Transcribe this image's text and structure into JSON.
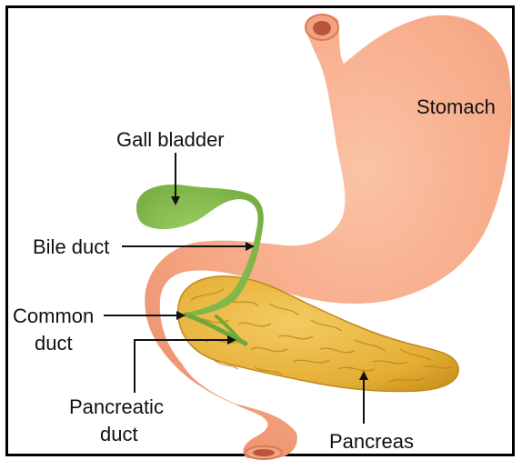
{
  "labels": {
    "stomach": "Stomach",
    "gall_bladder": "Gall bladder",
    "bile_duct": "Bile duct",
    "common_duct_line1": "Common",
    "common_duct_line2": "duct",
    "pancreatic_duct_line1": "Pancreatic",
    "pancreatic_duct_line2": "duct",
    "pancreas": "Pancreas"
  },
  "colors": {
    "stomach_fill": "#F7A98A",
    "stomach_shadow": "#E98E6E",
    "gall_bladder": "#7CB342",
    "pancreas_fill": "#E7B33C",
    "pancreas_line": "#B98210",
    "arrow": "#111111",
    "frame": "#000000"
  }
}
